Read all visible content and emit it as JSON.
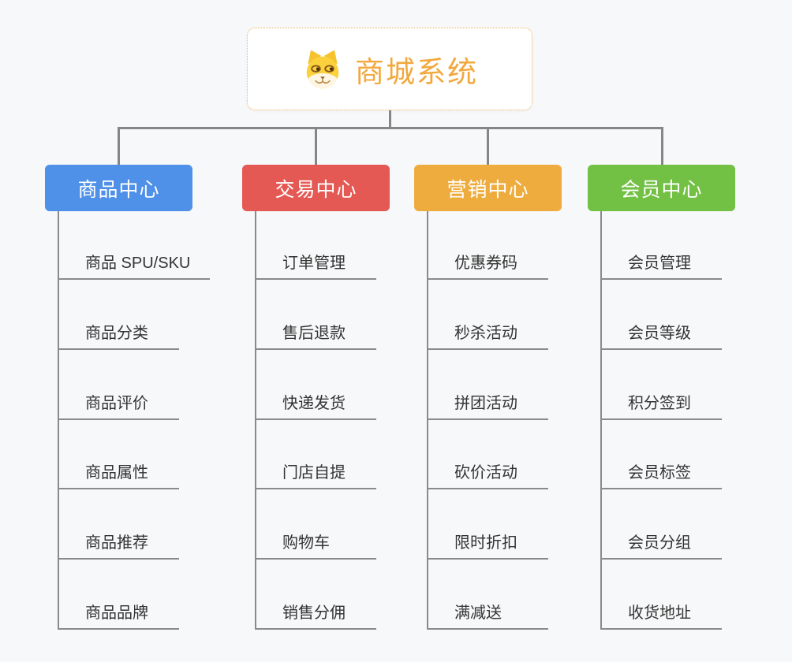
{
  "page": {
    "background_color": "#f7f8f9",
    "connector_color": "#868686"
  },
  "root": {
    "title": "商城系统",
    "icon": "shiba-dog-icon",
    "title_color": "#f2a83c",
    "border_color": "#f0b25c"
  },
  "branches": [
    {
      "label": "商品中心",
      "color": "#4f90e8",
      "items": [
        "商品 SPU/SKU",
        "商品分类",
        "商品评价",
        "商品属性",
        "商品推荐",
        "商品品牌"
      ]
    },
    {
      "label": "交易中心",
      "color": "#e45954",
      "items": [
        "订单管理",
        "售后退款",
        "快递发货",
        "门店自提",
        "购物车",
        "销售分佣"
      ]
    },
    {
      "label": "营销中心",
      "color": "#efac3e",
      "items": [
        "优惠券码",
        "秒杀活动",
        "拼团活动",
        "砍价活动",
        "限时折扣",
        "满减送"
      ]
    },
    {
      "label": "会员中心",
      "color": "#72c044",
      "items": [
        "会员管理",
        "会员等级",
        "积分签到",
        "会员标签",
        "会员分组",
        "收货地址"
      ]
    }
  ]
}
